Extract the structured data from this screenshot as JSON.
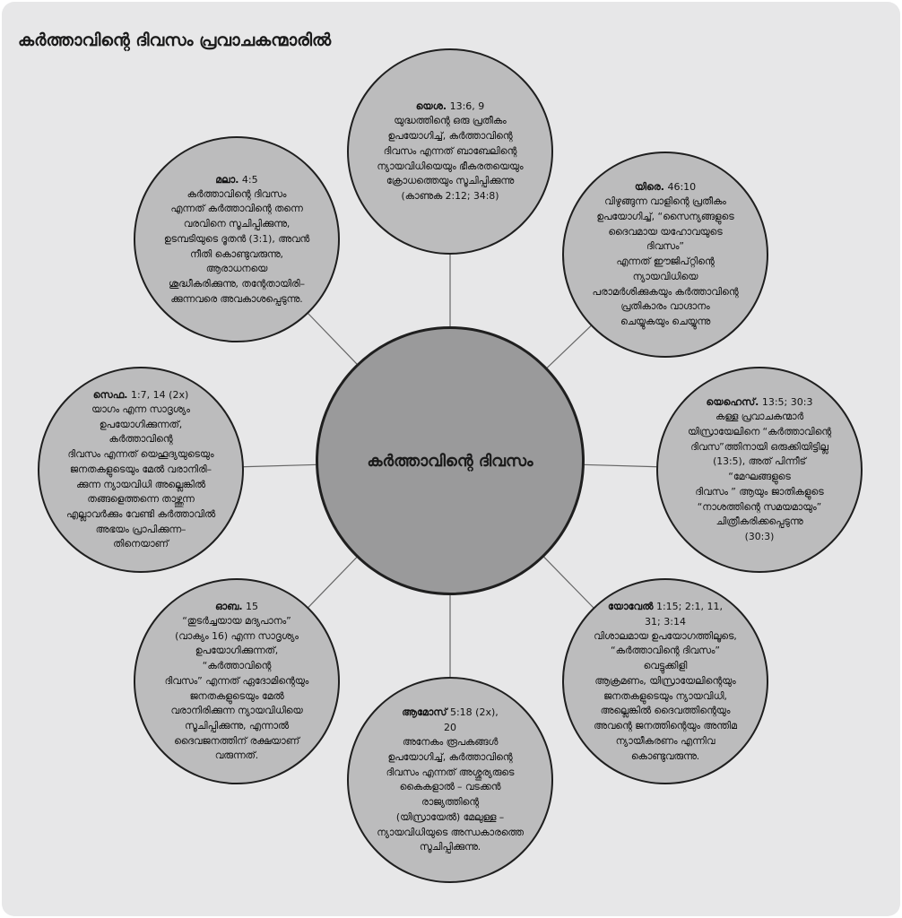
{
  "title": "കർത്താവിന്റെ ദിവസം പ്രവാചകന്മാരിൽ",
  "center": "കർത്താവിന്റെ ദിവസം",
  "nodes": [
    {
      "book": "യെശ.",
      "ref": "13:6, 9",
      "text": "യുദ്ധത്തിന്റെ ഒരു പ്രതീകം\nഉപയോഗിച്ച്, കർത്താവിന്റെ\nദിവസം എന്നത് ബാബേലിന്റെ\nന്യായവിധിയെയും ഭീകരതയെയും\nക്രോധത്തെയും സൂചിപ്പിക്കുന്നു\n(കാണുക 2:12; 34:8)"
    },
    {
      "book": "യിരെ.",
      "ref": "46:10",
      "text": "വിഴുങ്ങുന്ന വാളിന്റെ പ്രതീകം\nഉപയോഗിച്ച്, “സൈന്യങ്ങളുടെ\nദൈവമായ യഹോവയുടെ ദിവസം”\nഎന്നത് ഈജിപ്റ്റിന്റെ ന്യായവിധിയെ\nപരാമർശിക്കുകയും കർത്താവിന്റെ\nപ്രതികാരം വാഗ്ദാനം\nചെയ്യുകയും ചെയ്യുന്നു"
    },
    {
      "book": "യെഹെസ്.",
      "ref": "13:5; 30:3",
      "text": "കള്ള പ്രവാചകന്മാർ\nയിസ്രായേലിനെ “കർത്താവിന്റെ\nദിവസ”ത്തിനായി ഒരുക്കിയിട്ടില്ല\n(13:5), അത് പിന്നീട് “മേഘങ്ങളുടെ\nദിവസം ” ആയും ജാതികളുടെ\n“നാശത്തിന്റെ സമയമായും”\nചിത്രീകരിക്കപ്പെടുന്നു\n(30:3)"
    },
    {
      "book": "യോവേൽ",
      "ref": "1:15; 2:1, 11,\n31; 3:14",
      "text": "വിശാലമായ ഉപയോഗത്തിലൂടെ,\n“കർത്താവിന്റെ ദിവസം” വെട്ടുക്കിളി\nആക്രമണം, യിസ്രായേലിന്റെയും\nജനതകളുടെയും ന്യായവിധി,\nഅല്ലെങ്കിൽ ദൈവത്തിന്റെയും\nഅവന്റെ ജനത്തിന്റെയും അന്തിമ\nന്യായീകരണം എന്നിവ\nകൊണ്ടുവരുന്നു."
    },
    {
      "book": "ആമോസ്",
      "ref": "5:18 (2x),\n20",
      "text": "അനേകം രൂപകങ്ങൾ\nഉപയോഗിച്ച്, കർത്താവിന്റെ\nദിവസം എന്നത് അശ്ശൂര്യരുടെ\nകൈകളാൽ – വടക്കൻ രാജ്യത്തിന്റെ\n(യിസ്രായേൽ) മേലുള്ള –\nന്യായവിധിയുടെ അന്ധകാരത്തെ\nസൂചിപ്പിക്കുന്നു."
    },
    {
      "book": "ഓബ.",
      "ref": "15",
      "text": "“തുടർച്ചയായ മദ്യപാനം”\n(വാക്യം 16) എന്ന സാദൃശ്യം\nഉപയോഗിക്കുന്നത്, “കർത്താവിന്റെ\nദിവസം” എന്നത് ഏദോമിന്റെയും\nജനതകളുടെയും മേൽ\nവരാനിരിക്കുന്ന ന്യായവിധിയെ\nസൂചിപ്പിക്കുന്നു, എന്നാൽ\nദൈവജനത്തിന് രക്ഷയാണ്\nവരുന്നത്."
    },
    {
      "book": "സെഫ.",
      "ref": "1:7, 14 (2x)",
      "text": "യാഗം എന്ന സാദൃശ്യം\nഉപയോഗിക്കുന്നത്, കർത്താവിന്റെ\nദിവസം എന്നത് യെഹൂദ്യയുടെയും\nജനതകളുടെയും മേൽ വരാനിരി–\nക്കുന്ന ന്യായവിധി അല്ലെങ്കിൽ\nതങ്ങളെത്തന്നെ താഴ്ത്തുന്ന\nഎല്ലാവർക്കും വേണ്ടി കർത്താവിൽ\nഅഭയം പ്രാപിക്കുന്ന–\nതിനെയാണ്"
    },
    {
      "book": "മലാ.",
      "ref": "4:5",
      "text": "കർത്താവിന്റെ ദിവസം\nഎന്നത് കർത്താവിന്റെ തന്നെ\nവരവിനെ സൂചിപ്പിക്കുന്നു,\nഉടമ്പടിയുടെ ദൂതൻ (3:1), അവൻ\nനീതി കൊണ്ടുവരുന്നു, ആരാധനയെ\nശുദ്ധീകരിക്കുന്നു, തന്റേതായിരി–\nക്കുന്നവരെ അവകാശപ്പെടുന്നു."
    }
  ]
}
